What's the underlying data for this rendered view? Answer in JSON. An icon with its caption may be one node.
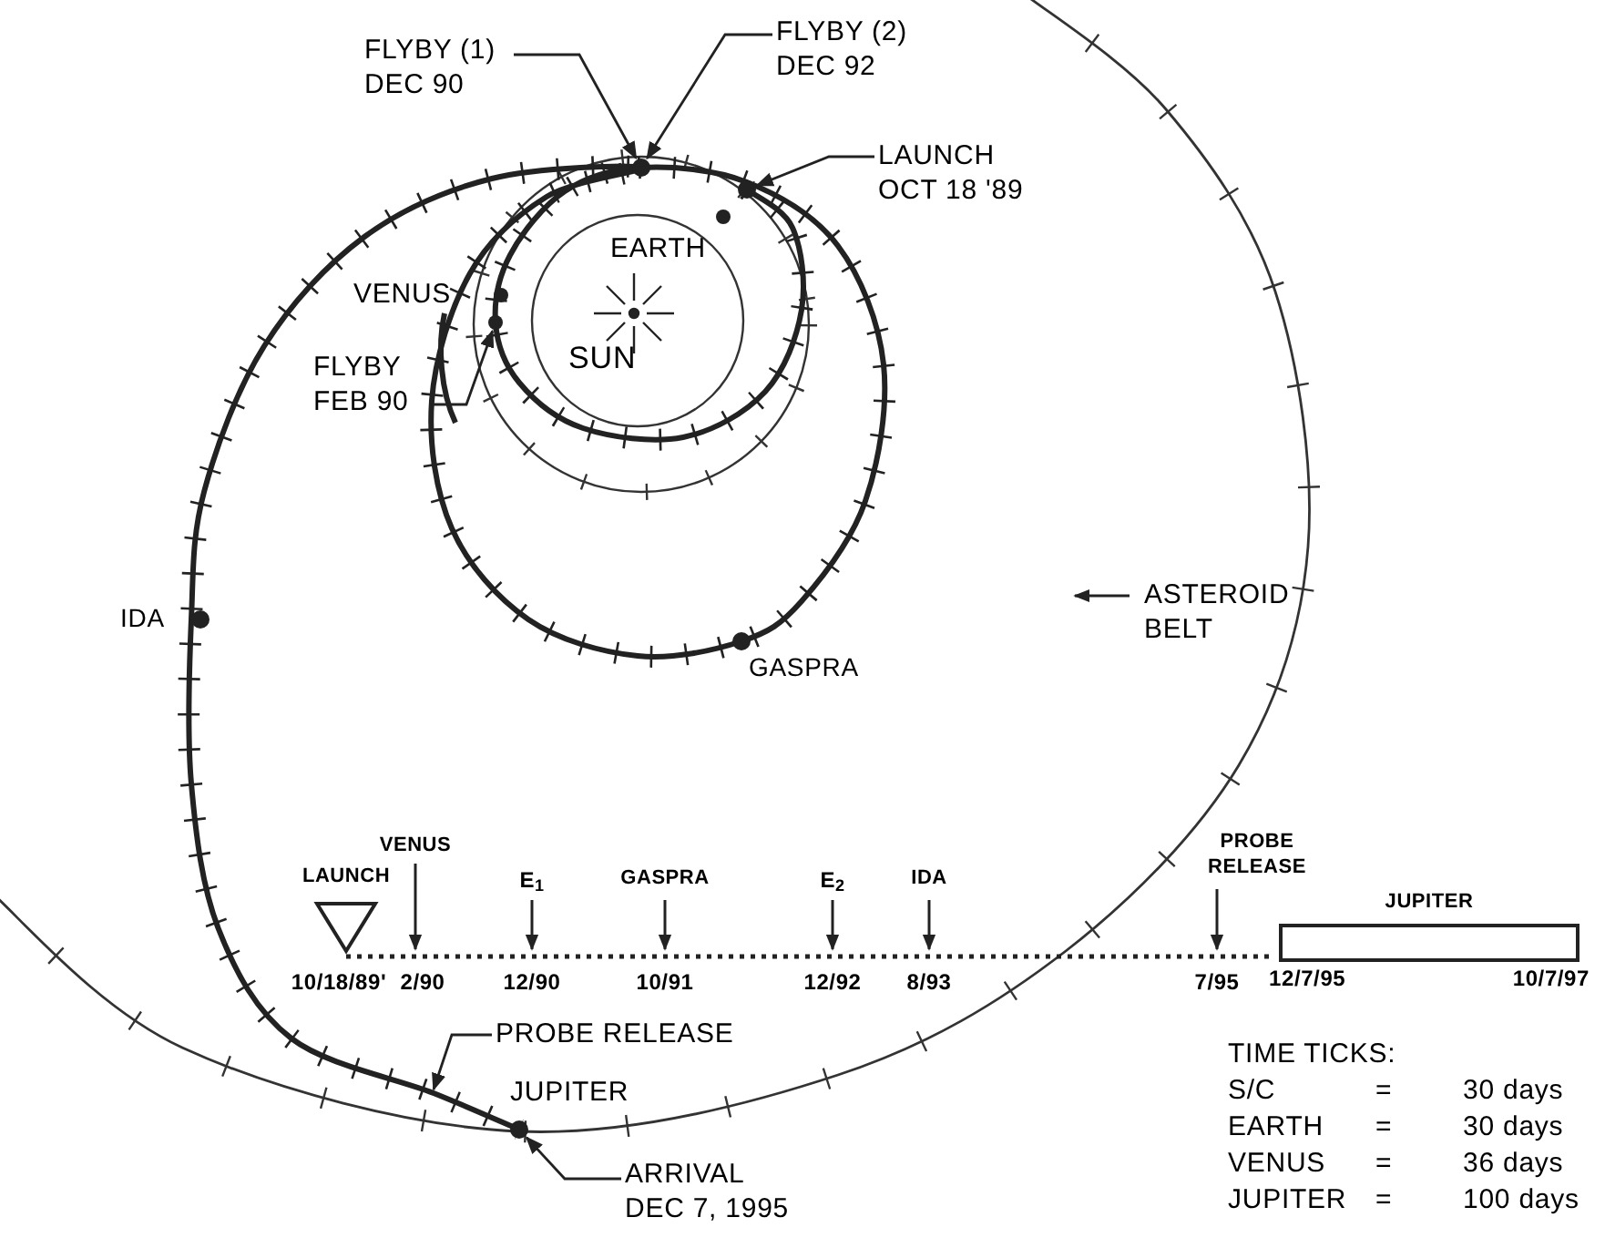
{
  "diagram": {
    "nodes": [
      {
        "text": [
          "FLYBY (1) DEC 90"
        ]
      },
      {
        "text": [],
        "shape": "circle"
      },
      {
        "text": [
          "FLYBY (2) DEC 92"
        ]
      },
      {
        "text": [
          "LAUNCH OCT 18 '89"
        ]
      },
      {
        "text": [],
        "shape": "circle"
      },
      {
        "text": [
          "FLYBY FEB 90"
        ]
      },
      {
        "text": [],
        "shape": "circle"
      },
      {
        "text": [
          "JUPITER"
        ],
        "beside": [
          "12/7/95",
          "10/7/97"
        ]
      },
      {
        "text": [
          "PROBE RELEASE"
        ]
      },
      {
        "text": [
          "ARRIVAL DEC 7, 1995"
        ]
      },
      {
        "text": [],
        "shape": "circle"
      }
    ],
    "edges": [
      {
        "from": 0,
        "to": 1,
        "arrow": "to"
      },
      {
        "from": 2,
        "to": 1,
        "arrow": "to"
      },
      {
        "from": 3,
        "to": 4,
        "arrow": "to"
      },
      {
        "from": 5,
        "to": 6,
        "arrow": "to"
      },
      {
        "from": 8,
        "to": null,
        "arrow": "to"
      },
      {
        "from": 9,
        "to": 10,
        "arrow": "to"
      }
    ],
    "labels": [
      "EARTH",
      "SUN",
      "VENUS",
      "IDA",
      "GASPRA",
      "ASTEROID BELT",
      "VENUS",
      "LAUNCH",
      "E$_{1}$",
      "GASPRA",
      "E$_{2}$",
      "IDA",
      "PROBE RELEASE",
      "10/18/89'",
      "2/90",
      "12/90",
      "10/91",
      "12/92",
      "8/93",
      "7/95",
      "JUPITER",
      "TIME TICKS:",
      "S/C",
      "=",
      "30 days",
      "EARTH",
      "=",
      "30 days",
      "VENUS",
      "=",
      "36 days",
      "JUPITER",
      "=",
      "100 days"
    ]
  }
}
